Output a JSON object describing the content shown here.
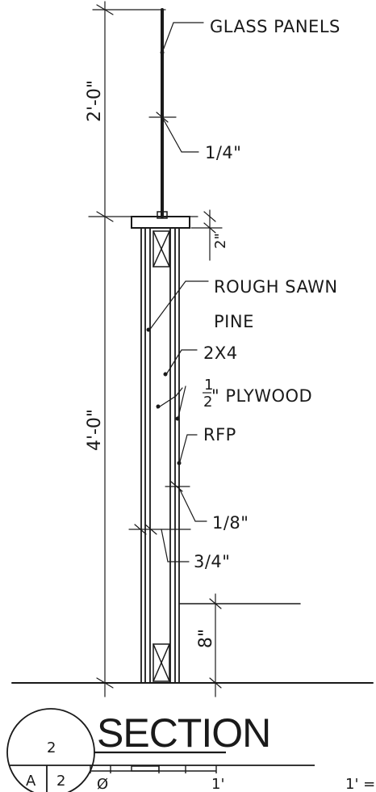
{
  "labels": {
    "glass_panels": "GLASS PANELS",
    "glass_thickness": "1/4\"",
    "rough_sawn": "ROUGH SAWN",
    "pine": "PINE",
    "two_by_four": "2X4",
    "plywood_fraction_num": "1",
    "plywood_fraction_den": "2",
    "plywood_text": "\" PLYWOOD",
    "rfp": "RFP",
    "rfp_thickness": "1/8\"",
    "overall_thickness": "3/4\"",
    "cap_height": "2\""
  },
  "dimensions": {
    "glass_height": "2'-0\"",
    "wall_height": "4'-0\"",
    "base_height": "8\""
  },
  "section_marker": {
    "title": "SECTION",
    "detail_number": "2",
    "sheet_letter": "A",
    "sheet_number": "2"
  },
  "scale_bar": {
    "zero": "Ø",
    "one": "1'",
    "scale_text": "1' ="
  }
}
